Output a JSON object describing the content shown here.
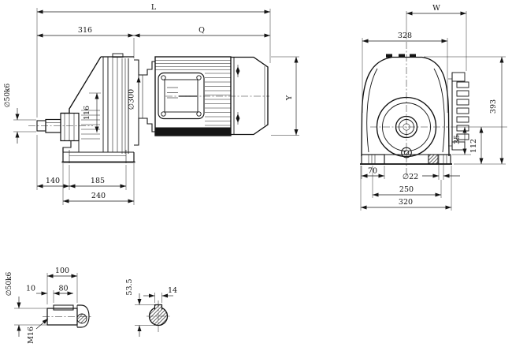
{
  "drawing": {
    "background": "#ffffff",
    "line_color": "#141414",
    "side": {
      "L": "L",
      "s316": "316",
      "q": "Q",
      "d300": "∅300",
      "h116": "116",
      "d50": "∅50k6",
      "y": "Y",
      "b140": "140",
      "b185": "185",
      "b240": "240"
    },
    "front": {
      "w": "W",
      "w328": "328",
      "h393": "393",
      "o35": "35",
      "c112": "112",
      "f70": "70",
      "d22": "∅22",
      "b250": "250",
      "b320": "320"
    },
    "shaft": {
      "l100": "100",
      "o10": "10",
      "k80": "80",
      "d50": "∅50k6",
      "m16": "M16"
    },
    "key": {
      "h535": "53.5",
      "w14": "14"
    }
  }
}
